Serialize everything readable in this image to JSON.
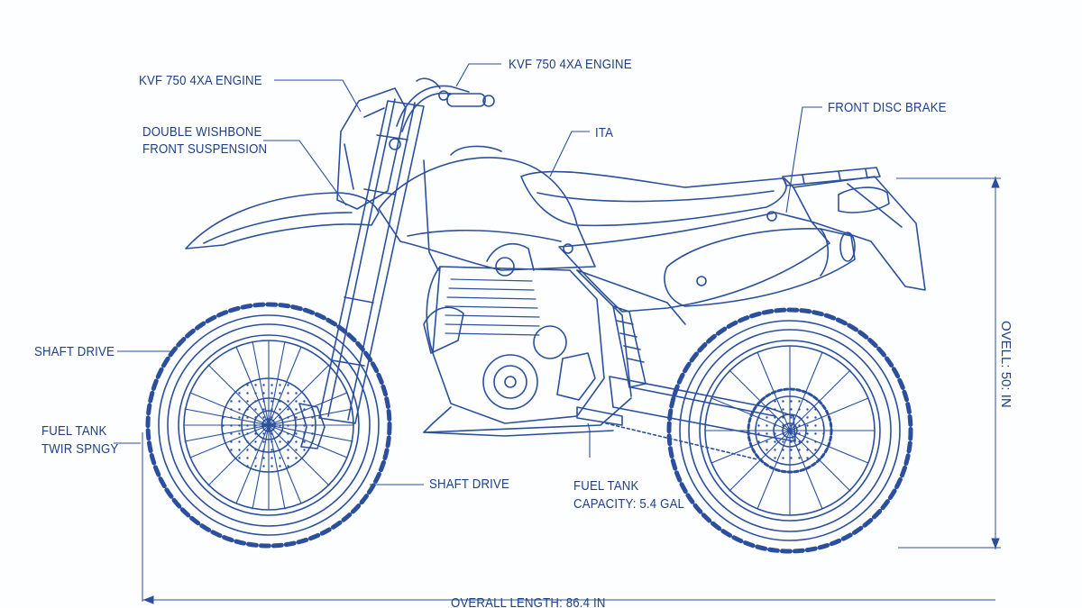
{
  "labels": {
    "engine_left": "KVF 750 4XA ENGINE",
    "engine_top": "KVF 750 4XA ENGINE",
    "suspension_line1": "DOUBLE WISHBONE",
    "suspension_line2": "FRONT SUSPENSION",
    "ita": "ITA",
    "front_brake": "FRONT DISC BRAKE",
    "shaft_drive_left": "SHAFT DRIVE",
    "shaft_drive_bottom": "SHAFT DRIVE",
    "fuel_left_line1": "FUEL TANK",
    "fuel_left_line2": "TWIR SPNGY",
    "fuel_bottom_line1": "FUEL TANK",
    "fuel_bottom_line2": "CAPACITY: 5.4 GAL",
    "overall_height": "OVELL: 50: IN",
    "overall_length": "OVERALL LENGTH: 86.4 IN"
  },
  "colors": {
    "ink": "#1f3f86",
    "line": "#2b4f9c",
    "paper": "#fdfeff"
  }
}
